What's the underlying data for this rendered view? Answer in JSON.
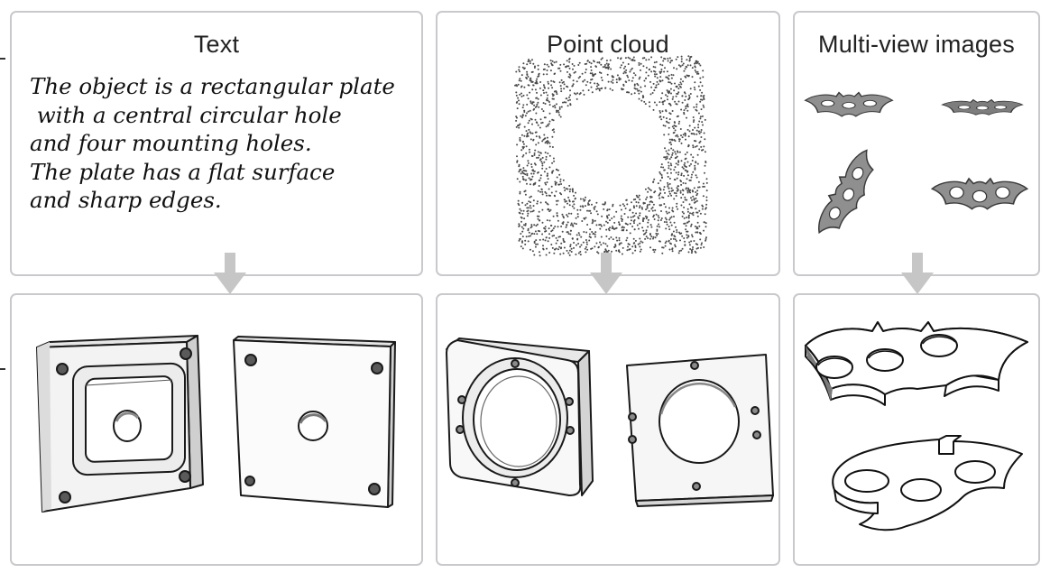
{
  "panels": {
    "text": {
      "title": "Text",
      "lines": [
        "The object is a rectangular plate",
        " with a central circular hole",
        "and four mounting holes.",
        "The plate has a flat surface",
        "and sharp edges."
      ]
    },
    "point_cloud": {
      "title": "Point cloud"
    },
    "multi_view": {
      "title": "Multi-view images"
    }
  },
  "colors": {
    "panel_border": "#c9c9cc",
    "arrow": "#c6c6c6",
    "model_fill": "#f4f4f4",
    "render_gray": "#8f8f8f",
    "points": "#4a4a4a"
  }
}
